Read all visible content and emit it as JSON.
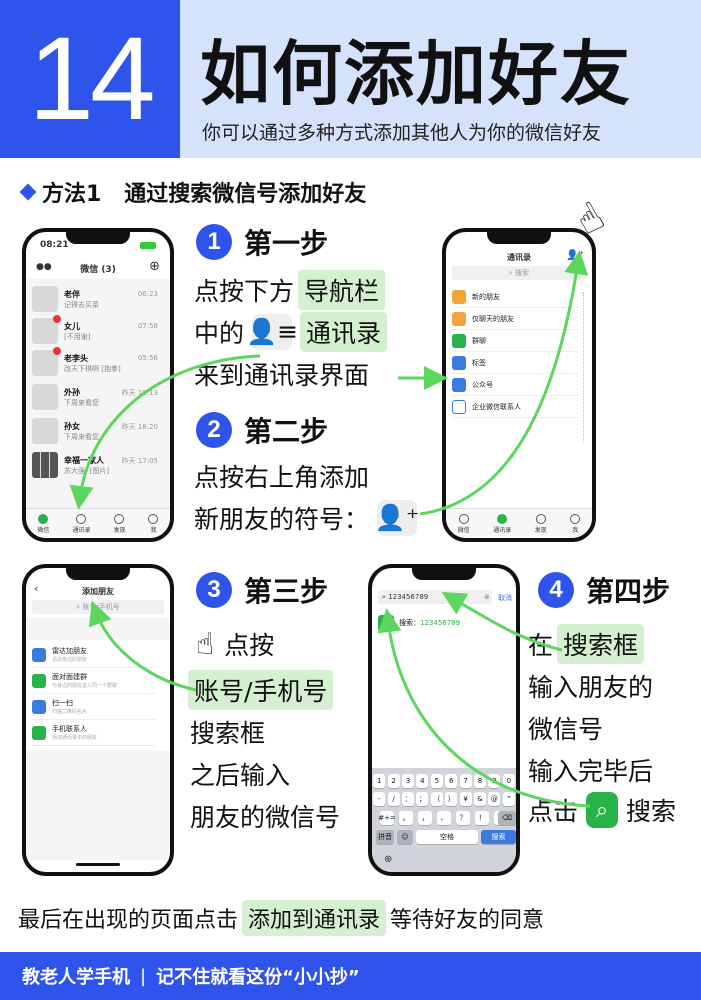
{
  "header": {
    "number": "14",
    "title": "如何添加好友",
    "subtitle": "你可以通过多种方式添加其他人为你的微信好友"
  },
  "method": {
    "label": "方法1",
    "title": "通过搜索微信号添加好友"
  },
  "step1": {
    "num": "1",
    "title": "第一步",
    "line1_a": "点按下方",
    "line1_hl": "导航栏",
    "line2_a": "中的",
    "line2_hl": "通讯录",
    "line3": "来到通讯录界面"
  },
  "step2": {
    "num": "2",
    "title": "第二步",
    "line1": "点按右上角添加",
    "line2": "新朋友的符号："
  },
  "step3": {
    "num": "3",
    "title": "第三步",
    "line1": "点按",
    "line2_hl": "账号/手机号",
    "line3": "搜索框",
    "line4": "之后输入",
    "line5": "朋友的微信号"
  },
  "step4": {
    "num": "4",
    "title": "第四步",
    "line1_a": "在",
    "line1_hl": "搜索框",
    "line2": "输入朋友的",
    "line3": "微信号",
    "line4": "输入完毕后",
    "line5_a": "点击",
    "line5_b": "搜索"
  },
  "bottom": {
    "a": "最后在出现的页面点击",
    "hl": "添加到通讯录",
    "b": "等待好友的同意"
  },
  "footer": {
    "a": "教老人学手机",
    "sep": "|",
    "b": "记不住就看这份“小小抄”"
  },
  "phone1": {
    "time": "08:21",
    "title": "微信 (3)",
    "chats": [
      {
        "name": "老伴",
        "msg": "记得去买菜",
        "time": "06:23"
      },
      {
        "name": "女儿",
        "msg": "[不用谢]",
        "time": "07:58"
      },
      {
        "name": "老李头",
        "msg": "改天下棋啊 [抱拳]",
        "time": "05:56"
      },
      {
        "name": "外孙",
        "msg": "下周来看您",
        "time": "昨天 19:13"
      },
      {
        "name": "孙女",
        "msg": "下周来看您",
        "time": "昨天 18:20"
      },
      {
        "name": "幸福一家人",
        "msg": "苏大强: [图片]",
        "time": "昨天 17:05"
      }
    ],
    "tabs": [
      "微信",
      "通讯录",
      "发现",
      "我"
    ]
  },
  "phone2": {
    "title": "通讯录",
    "search": "搜索",
    "items": [
      "新的朋友",
      "仅聊天的朋友",
      "群聊",
      "标签",
      "公众号",
      "企业微信联系人"
    ],
    "tabs": [
      "微信",
      "通讯录",
      "发现",
      "我"
    ]
  },
  "phone3": {
    "title": "添加朋友",
    "search": "账号/手机号",
    "items": [
      {
        "name": "雷达加朋友",
        "desc": "添加身边的朋友"
      },
      {
        "name": "面对面建群",
        "desc": "与身边的朋友进入同一个群聊"
      },
      {
        "name": "扫一扫",
        "desc": "扫描二维码名片"
      },
      {
        "name": "手机联系人",
        "desc": "添加通讯录中的朋友"
      }
    ]
  },
  "phone4": {
    "search_value": "123456789",
    "cancel": "取消",
    "result_label": "搜索：",
    "result_value": "123456789",
    "row1": [
      "1",
      "2",
      "3",
      "4",
      "5",
      "6",
      "7",
      "8",
      "9",
      "0"
    ],
    "row2": [
      "-",
      "/",
      "：",
      "；",
      "（",
      "）",
      "¥",
      "&",
      "@",
      "”"
    ],
    "row3": [
      "#+=",
      "。",
      "，",
      "、",
      "？",
      "！",
      "."
    ],
    "key_abc": "拼音",
    "key_space": "空格",
    "key_search": "搜索"
  },
  "colors": {
    "blue": "#2f54eb",
    "light_blue": "#d4e2fb",
    "highlight": "#d4f0d1",
    "wechat_green": "#2ab24a"
  }
}
